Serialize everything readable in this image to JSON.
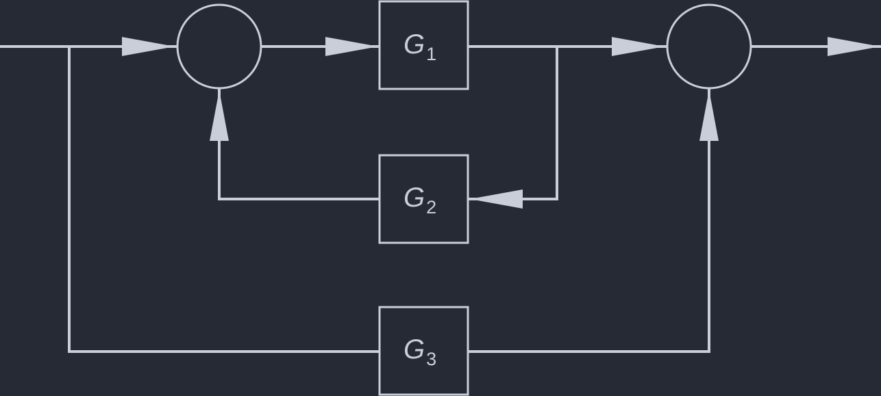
{
  "blocks": [
    {
      "id": "g1",
      "symbol": "G",
      "subscript": "1"
    },
    {
      "id": "g2",
      "symbol": "G",
      "subscript": "2"
    },
    {
      "id": "g3",
      "symbol": "G",
      "subscript": "3"
    }
  ],
  "colors": {
    "background": "#262a35",
    "stroke": "#c9ced8"
  }
}
